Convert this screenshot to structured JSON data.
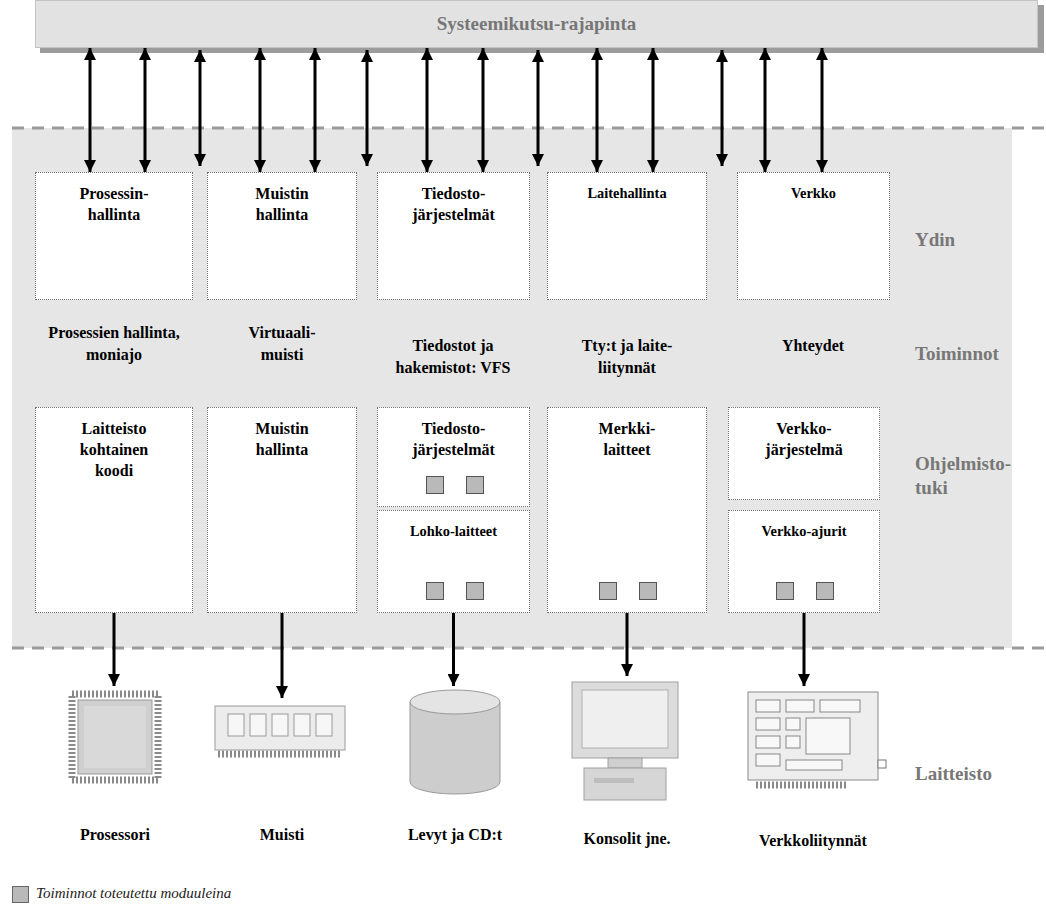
{
  "diagram": {
    "nodes": [
      {
        "text": [
          "Systeemikutsu-rajapinta"
        ]
      },
      {
        "text": [
          "Prosessin- hallinta"
        ]
      },
      {
        "text": [
          "Muistin hallinta"
        ]
      },
      {
        "text": [
          "Tiedosto- järjestelmät"
        ]
      },
      {
        "text": [
          "Laitehallinta"
        ]
      },
      {
        "text": [
          "Verkko"
        ]
      },
      {
        "text": [
          "Laitteisto kohtainen koodi"
        ]
      },
      {
        "text": [
          "Muistin hallinta"
        ]
      },
      {
        "text": [
          "Tiedosto- järjestelmät"
        ]
      },
      {
        "text": [
          "Merkki- laitteet"
        ]
      },
      {
        "text": [
          "Verkko- järjestelmä"
        ]
      },
      {
        "text": [
          "Lohko-laitteet"
        ]
      },
      {
        "text": [
          "Verkko-ajurit"
        ]
      },
      {
        "text": [
          "Prosessori"
        ]
      },
      {
        "text": [
          "Muisti"
        ]
      },
      {
        "text": [
          "Levyt ja CD:t"
        ]
      },
      {
        "text": [
          "Konsolit jne."
        ]
      },
      {
        "text": [
          "Verkkoliitynnät"
        ]
      }
    ],
    "edges": [
      {
        "from": 0,
        "to": 1,
        "arrow": "both"
      },
      {
        "from": 0,
        "to": 1,
        "arrow": "both"
      },
      {
        "from": 0,
        "to": 2,
        "arrow": "both"
      },
      {
        "from": 0,
        "to": 2,
        "arrow": "both"
      },
      {
        "from": 0,
        "to": 3,
        "arrow": "both"
      },
      {
        "from": 0,
        "to": 3,
        "arrow": "both"
      },
      {
        "from": 0,
        "to": 4,
        "arrow": "both"
      },
      {
        "from": 0,
        "to": 4,
        "arrow": "both"
      },
      {
        "from": 0,
        "to": 5,
        "arrow": "both"
      },
      {
        "from": 0,
        "to": 5,
        "arrow": "both"
      },
      {
        "from": 6,
        "to": 13,
        "arrow": "to"
      },
      {
        "from": 7,
        "to": 14,
        "arrow": "to"
      },
      {
        "from": 11,
        "to": 15,
        "arrow": "to"
      },
      {
        "from": 9,
        "to": 16,
        "arrow": "to"
      },
      {
        "from": 12,
        "to": 17,
        "arrow": "to"
      }
    ],
    "labels": [
      "Ydin",
      "Prosessien hallinta, moniajo",
      "Virtuaali- muisti",
      "Tiedostot ja hakemistot: VFS",
      "Tty:t ja laite- liitynnät",
      "Yhteydet",
      "Toiminnot",
      "Ohjelmisto- tuki",
      "Laitteisto"
    ],
    "legend": [
      {
        "text": "Toiminnot toteutettu moduuleina",
        "color": "#b9b9b9"
      }
    ]
  }
}
